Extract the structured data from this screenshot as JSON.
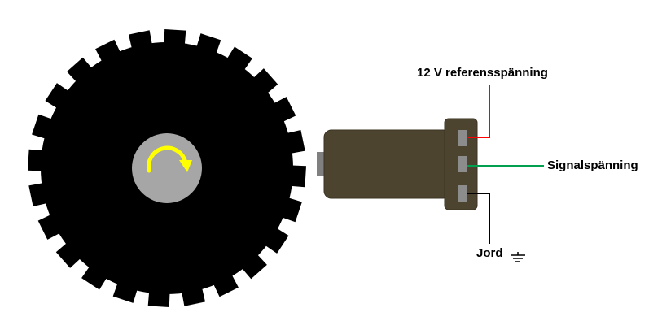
{
  "labels": {
    "reference_voltage": "12 V referensspänning",
    "signal_voltage": "Signalspänning",
    "ground": "Jord"
  },
  "colors": {
    "wheel": "#000000",
    "hub": "#a6a6a6",
    "rotation_arrow": "#ffff00",
    "sensor_body": "#4d4430",
    "sensor_body_edge": "#3a3322",
    "sensor_tip": "#808080",
    "pin": "#8c8c8c",
    "wire_reference": "#ff0000",
    "wire_signal": "#00a050",
    "wire_ground": "#000000",
    "ground_symbol": "#000000"
  },
  "wheel": {
    "teeth_count": 24
  },
  "icons": {
    "rotation": "clockwise-arrow-icon",
    "ground": "ground-symbol-icon"
  }
}
